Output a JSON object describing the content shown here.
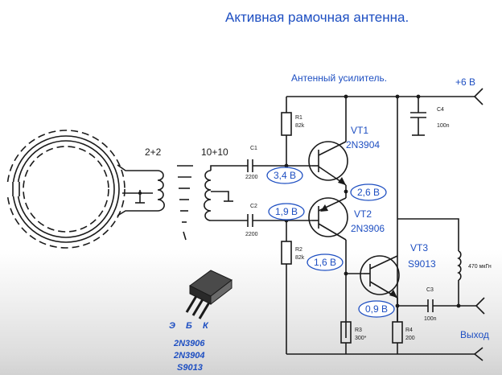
{
  "title": "Активная рамочная антенна.",
  "amp_label": "Антенный усилитель.",
  "supply_label": "+6 В",
  "output_label": "Выход",
  "turns": {
    "primary": "2+2",
    "secondary": "10+10"
  },
  "transistors": {
    "vt1": {
      "name": "VT1",
      "type": "2N3904"
    },
    "vt2": {
      "name": "VT2",
      "type": "2N3906"
    },
    "vt3": {
      "name": "VT3",
      "type": "S9013"
    }
  },
  "components": {
    "r1": {
      "name": "R1",
      "value": "82k"
    },
    "r2": {
      "name": "R2",
      "value": "82k"
    },
    "r3": {
      "name": "R3",
      "value": "300*"
    },
    "r4": {
      "name": "R4",
      "value": "200"
    },
    "c1": {
      "name": "C1",
      "value": "2200"
    },
    "c2": {
      "name": "C2",
      "value": "2200"
    },
    "c3": {
      "name": "C3",
      "value": "100n"
    },
    "c4": {
      "name": "C4",
      "value": "100n"
    },
    "l1": {
      "value": "470 мкГн"
    }
  },
  "voltages": {
    "vt1_base": "3,4 В",
    "vt2_base": "1,9 В",
    "mid": "2,6 В",
    "vt3_base": "1,6 В",
    "vt3_emitter": "0,9 В"
  },
  "pinout": {
    "e": "Э",
    "b": "Б",
    "k": "К",
    "types": [
      "2N3906",
      "2N3904",
      "S9013"
    ]
  }
}
